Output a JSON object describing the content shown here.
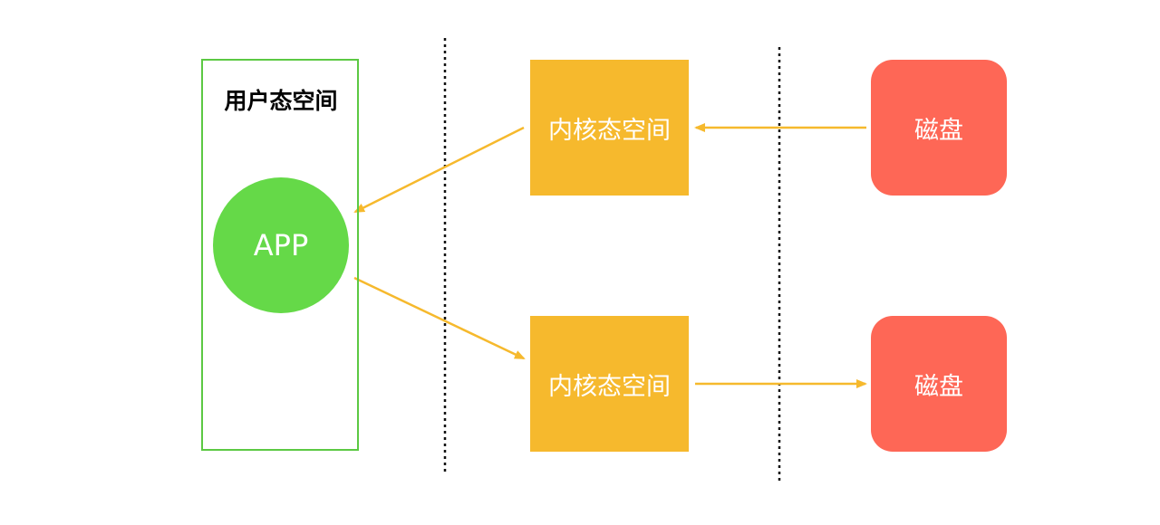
{
  "user_space": {
    "title": "用户态空间"
  },
  "app": {
    "label": "APP"
  },
  "kernel": {
    "top_label": "内核态空间",
    "bottom_label": "内核态空间"
  },
  "disk": {
    "top_label": "磁盘",
    "bottom_label": "磁盘"
  },
  "colors": {
    "user_space_border": "#5cc943",
    "app_fill": "#65d948",
    "kernel_fill": "#f6b92d",
    "disk_fill": "#fe6756",
    "arrow": "#f6b92d",
    "divider": "#111111"
  }
}
